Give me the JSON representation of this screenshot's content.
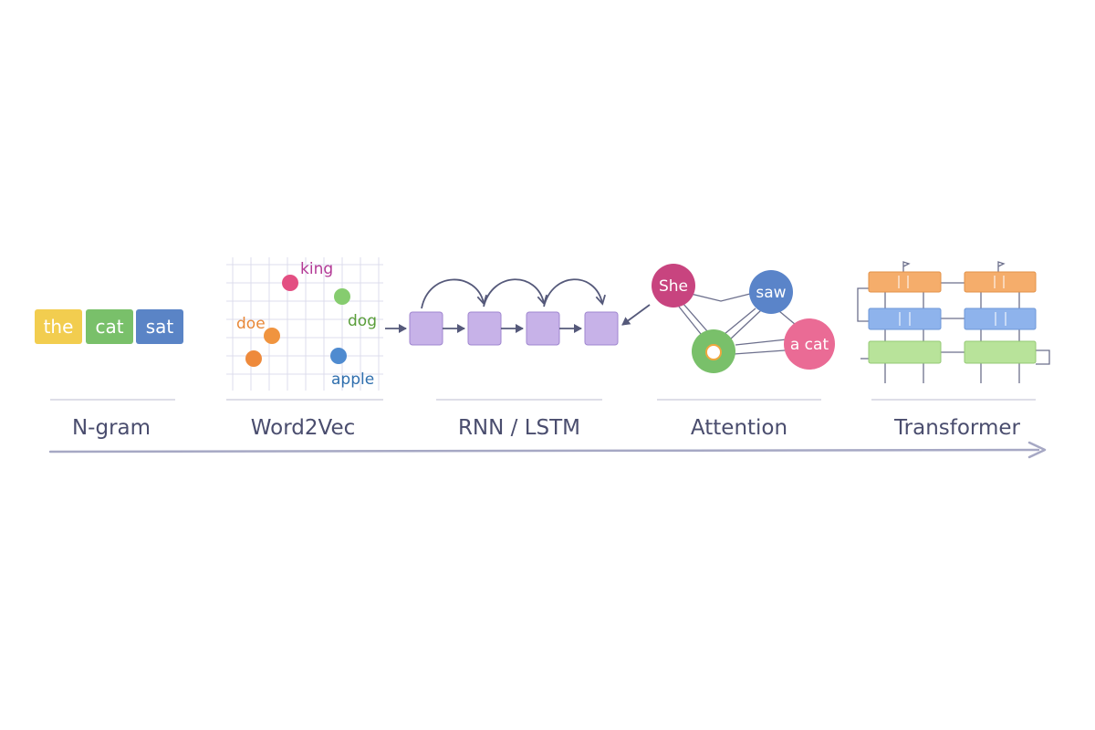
{
  "stages": [
    {
      "label": "N-gram"
    },
    {
      "label": "Word2Vec"
    },
    {
      "label": "RNN / LSTM"
    },
    {
      "label": "Attention"
    },
    {
      "label": "Transformer"
    }
  ],
  "ngram": {
    "tokens": [
      {
        "text": "the",
        "color": "#f2cd4f"
      },
      {
        "text": "cat",
        "color": "#79c06a"
      },
      {
        "text": "sat",
        "color": "#5a84c6"
      }
    ]
  },
  "word2vec": {
    "words": [
      {
        "text": "king",
        "color": "#b33a96"
      },
      {
        "text": "doe",
        "color": "#e88838"
      },
      {
        "text": "dog",
        "color": "#5a9e3a"
      },
      {
        "text": "apple",
        "color": "#2f6fae"
      }
    ],
    "point_colors": [
      "#e34f82",
      "#86cc6f",
      "#f0943f",
      "#ee8a3c",
      "#4f8bd0"
    ]
  },
  "attention": {
    "nodes": [
      {
        "text": "She",
        "color": "#c8447f"
      },
      {
        "text": "saw",
        "color": "#5a84c9"
      },
      {
        "text": "",
        "color": "#79c06a"
      },
      {
        "text": "a cat",
        "color": "#ea6b95"
      }
    ]
  },
  "colors": {
    "rnn_cell": "#c7b2e8",
    "rnn_cell_border": "#9f86cf",
    "arrow": "#55597a",
    "timeline": "#a6a8c4",
    "tf_orange": "#f5ad6b",
    "tf_blue": "#8eb3ec",
    "tf_green": "#b8e39a"
  }
}
